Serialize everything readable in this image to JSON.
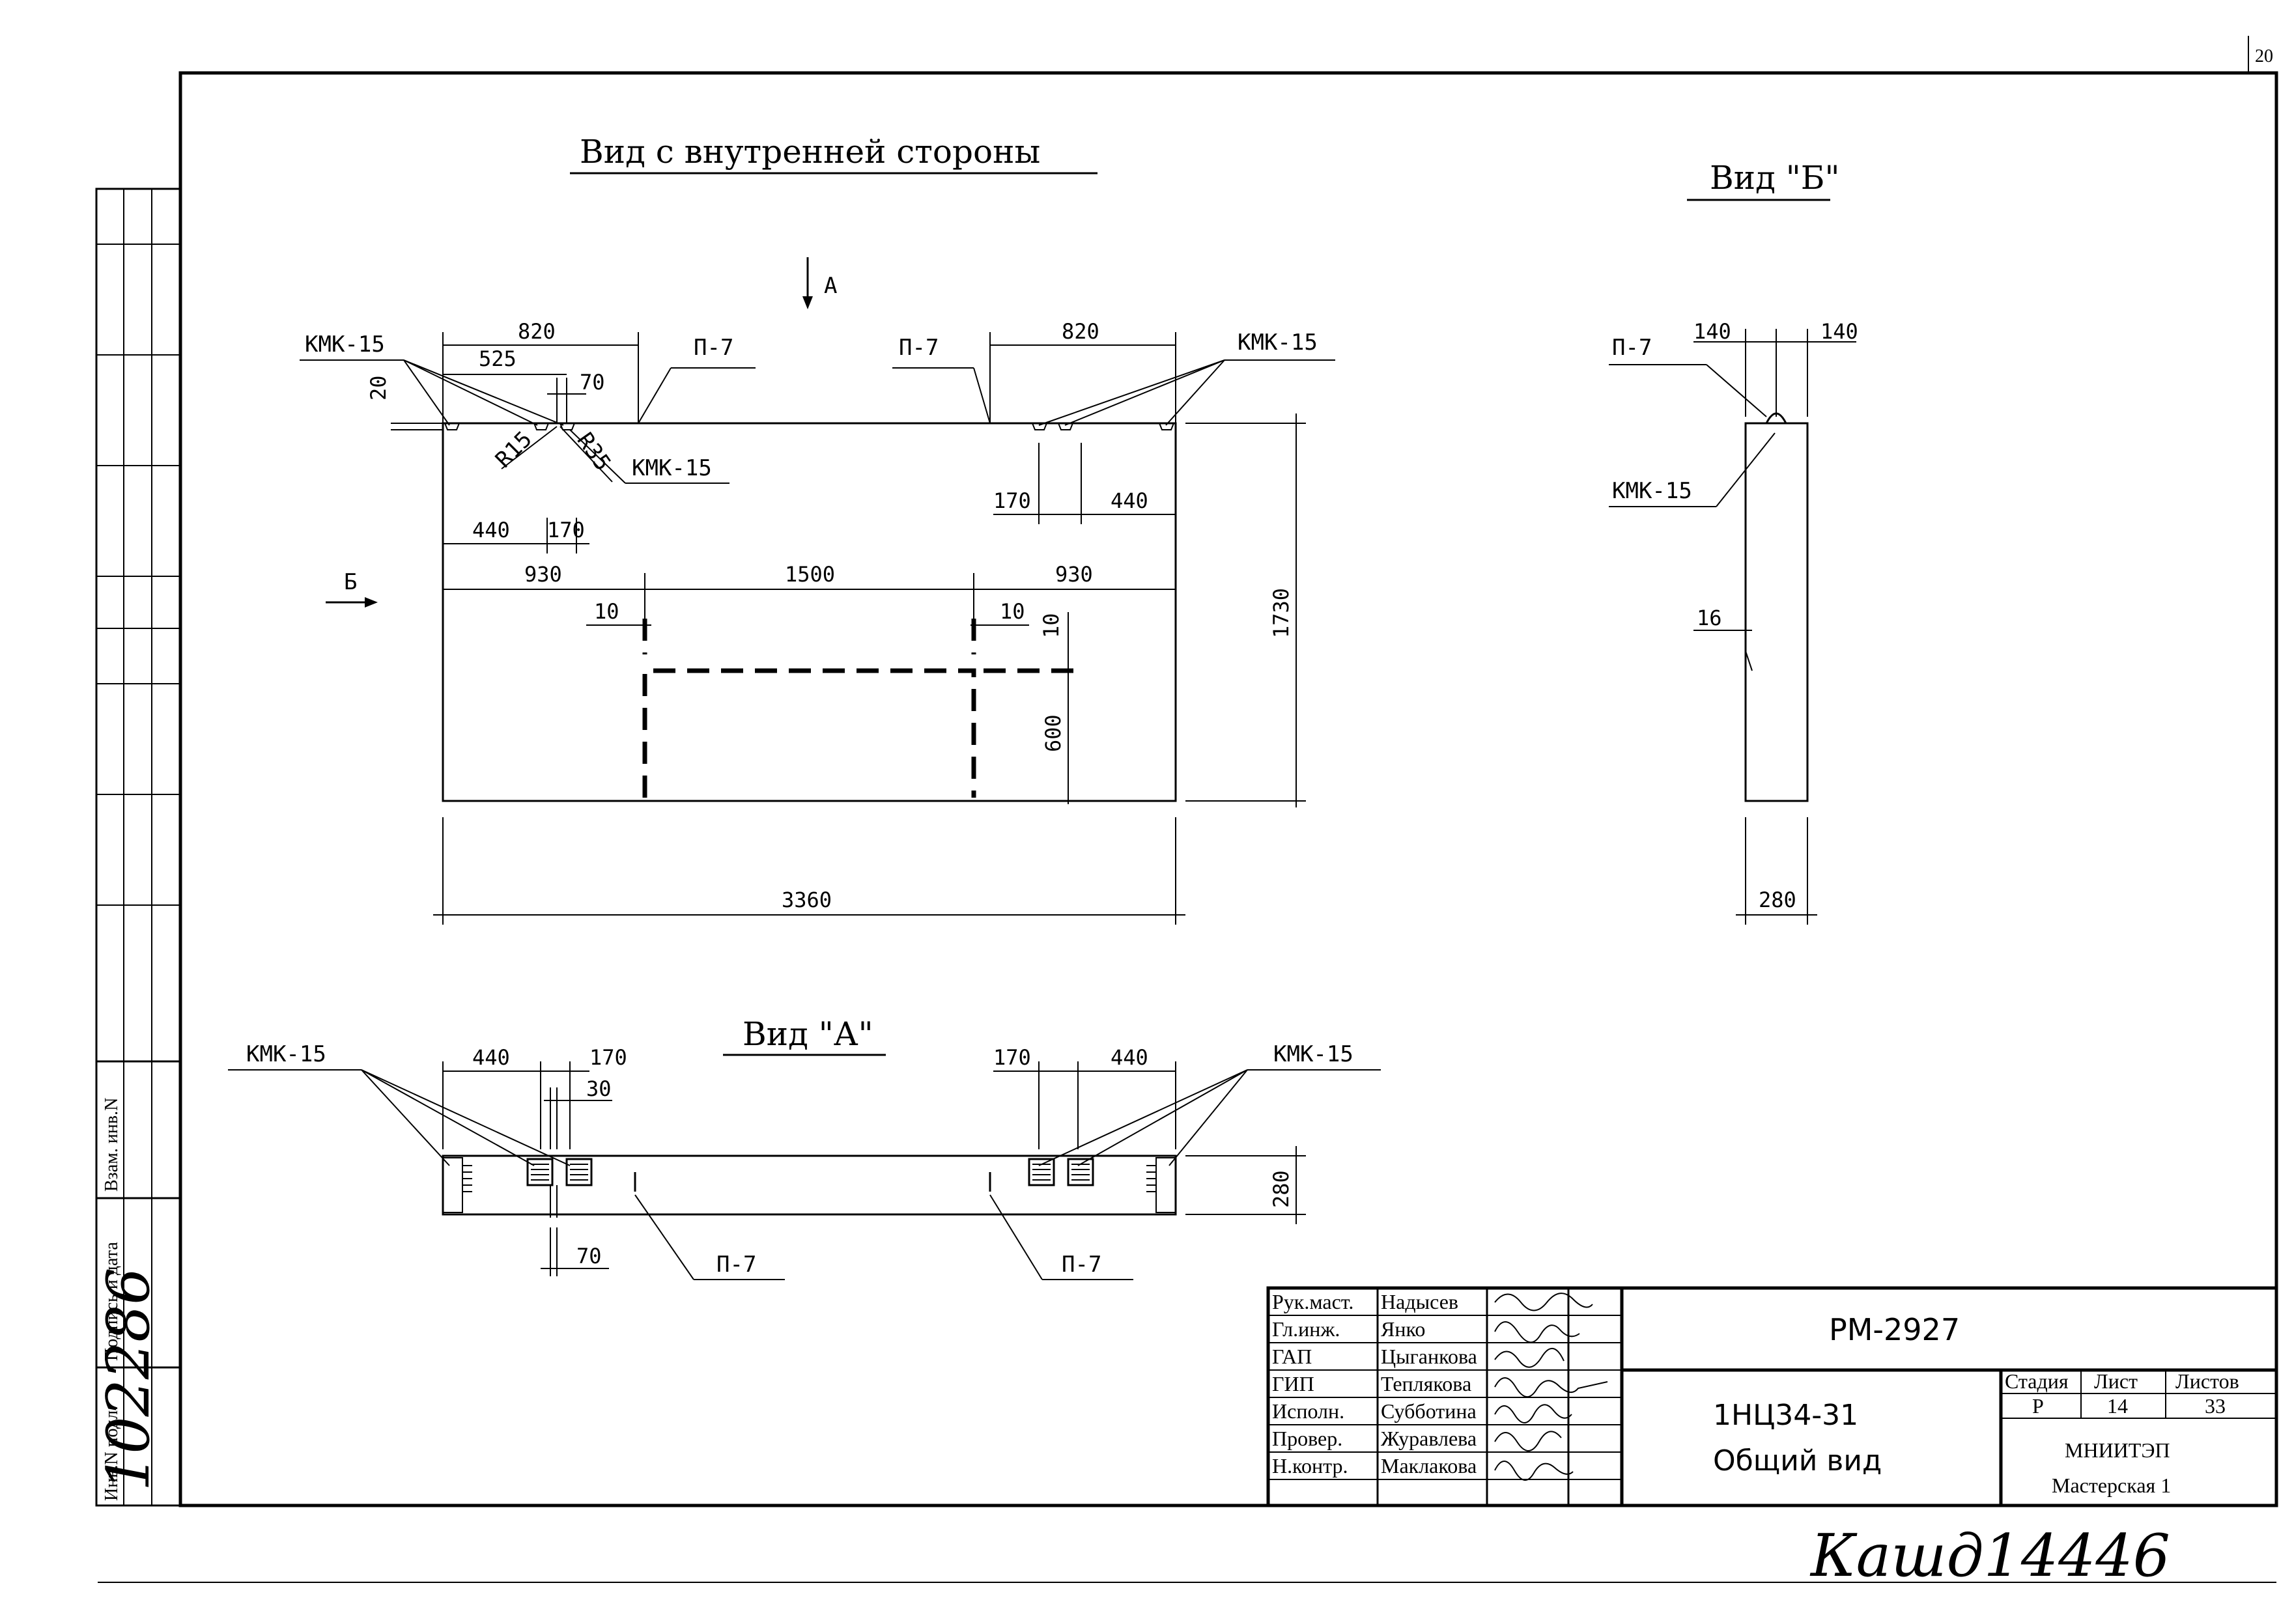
{
  "views": {
    "inner": {
      "title": "Вид с внутренней стороны"
    },
    "b": {
      "title": "Вид \"Б\""
    },
    "a": {
      "title": "Вид \"А\""
    }
  },
  "arrows": {
    "a": "А",
    "b": "Б"
  },
  "labels": {
    "kmk": "КМК-15",
    "p7": "П-7",
    "r15": "R15",
    "r35": "R35"
  },
  "dims": {
    "d820": "820",
    "d525": "525",
    "d70": "70",
    "d20": "20",
    "d170": "170",
    "d440": "440",
    "d930": "930",
    "d1500": "1500",
    "d10": "10",
    "d600": "600",
    "d1730": "1730",
    "d3360": "3360",
    "d140": "140",
    "d16": "16",
    "d280": "280",
    "d30": "30"
  },
  "title_block": {
    "roles": [
      "Рук.маст.",
      "Гл.инж.",
      "ГАП",
      "ГИП",
      "Исполн.",
      "Провер.",
      "Н.контр."
    ],
    "names": [
      "Надысев",
      "Янко",
      "Цыганкова",
      "Теплякова",
      "Субботина",
      "Журавлева",
      "Маклакова"
    ],
    "code": "РМ-2927",
    "doc_name": "1НЦ34-31",
    "doc_desc": "Общий вид",
    "stage_label": "Стадия",
    "sheet_label": "Лист",
    "sheets_label": "Листов",
    "stage": "Р",
    "sheet": "14",
    "sheets": "33",
    "org": "МНИИТЭП",
    "dept": "Мастерская 1"
  },
  "side_stamp": {
    "inv_podl": "Инв.N подл.",
    "podpis": "Подпись и дата",
    "vzam": "Взам. инв.N",
    "inv_value": "102286"
  },
  "corner_mark": "20",
  "footer_note": "Кашд14446"
}
